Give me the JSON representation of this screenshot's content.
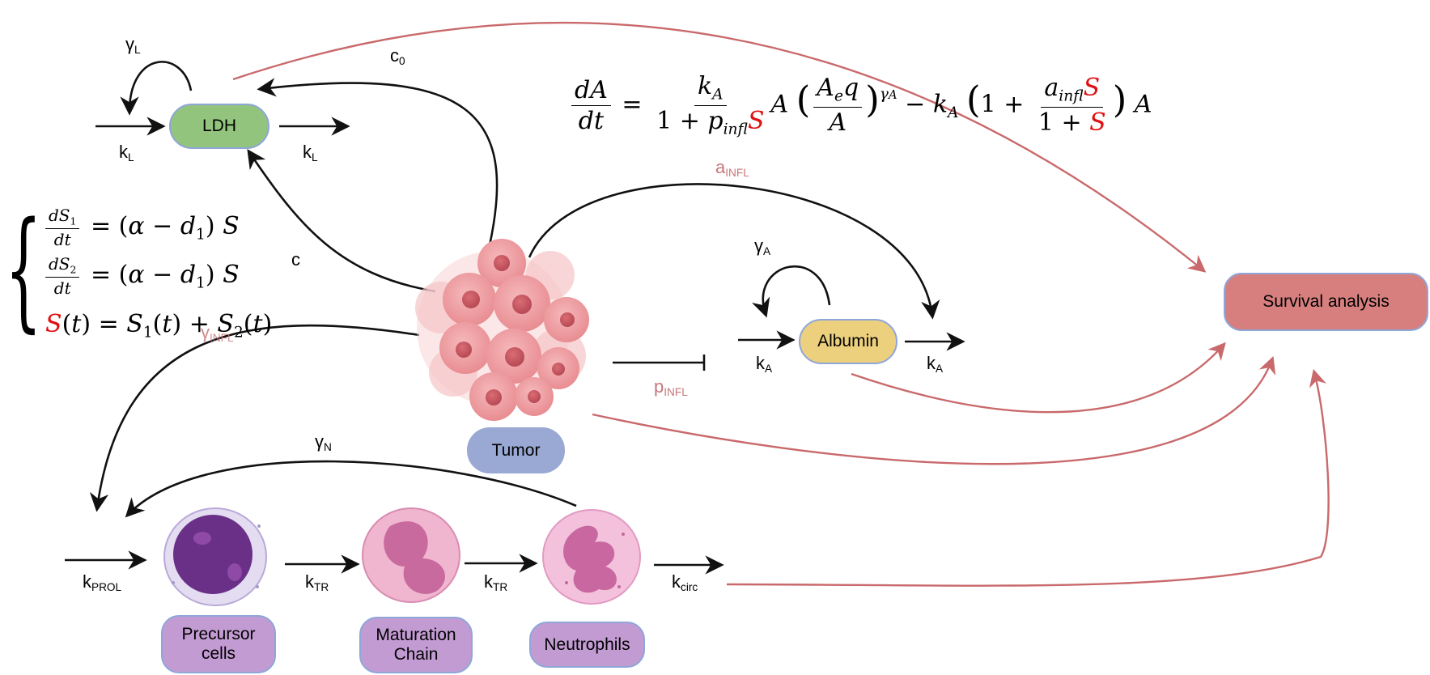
{
  "nodes": {
    "ldh": {
      "label": "LDH",
      "fill": "#93c47d"
    },
    "albumin": {
      "label": "Albumin",
      "fill": "#ecd07e"
    },
    "tumor": {
      "label": "Tumor",
      "fill": "#9aa9d3"
    },
    "survival": {
      "label": "Survival analysis",
      "fill": "#d77f7f"
    },
    "precursor": {
      "label": "Precursor cells",
      "fill": "#c39bd3"
    },
    "maturation": {
      "label": "Maturation Chain",
      "fill": "#c39bd3"
    },
    "neutrophils": {
      "label": "Neutrophils",
      "fill": "#c39bd3"
    }
  },
  "labels": {
    "gamma_L": "γL",
    "c0": "c0",
    "kL_in": "kL",
    "kL_out": "kL",
    "c": "c",
    "a_INFL": "aINFL",
    "gamma_A": "γA",
    "kA_in": "kA",
    "kA_out": "kA",
    "p_INFL": "pINFL",
    "gamma_N": "γN",
    "gamma_INFL": "γINFL",
    "k_PROL": "kPROL",
    "k_TR_1": "kTR",
    "k_TR_2": "kTR",
    "k_circ": "kcirc"
  },
  "colors": {
    "arrow_black": "#111111",
    "arrow_red": "#c9696b",
    "label_red": "#c8767a",
    "highlight_S": "#e01010",
    "node_border": "#8ea6d8"
  }
}
